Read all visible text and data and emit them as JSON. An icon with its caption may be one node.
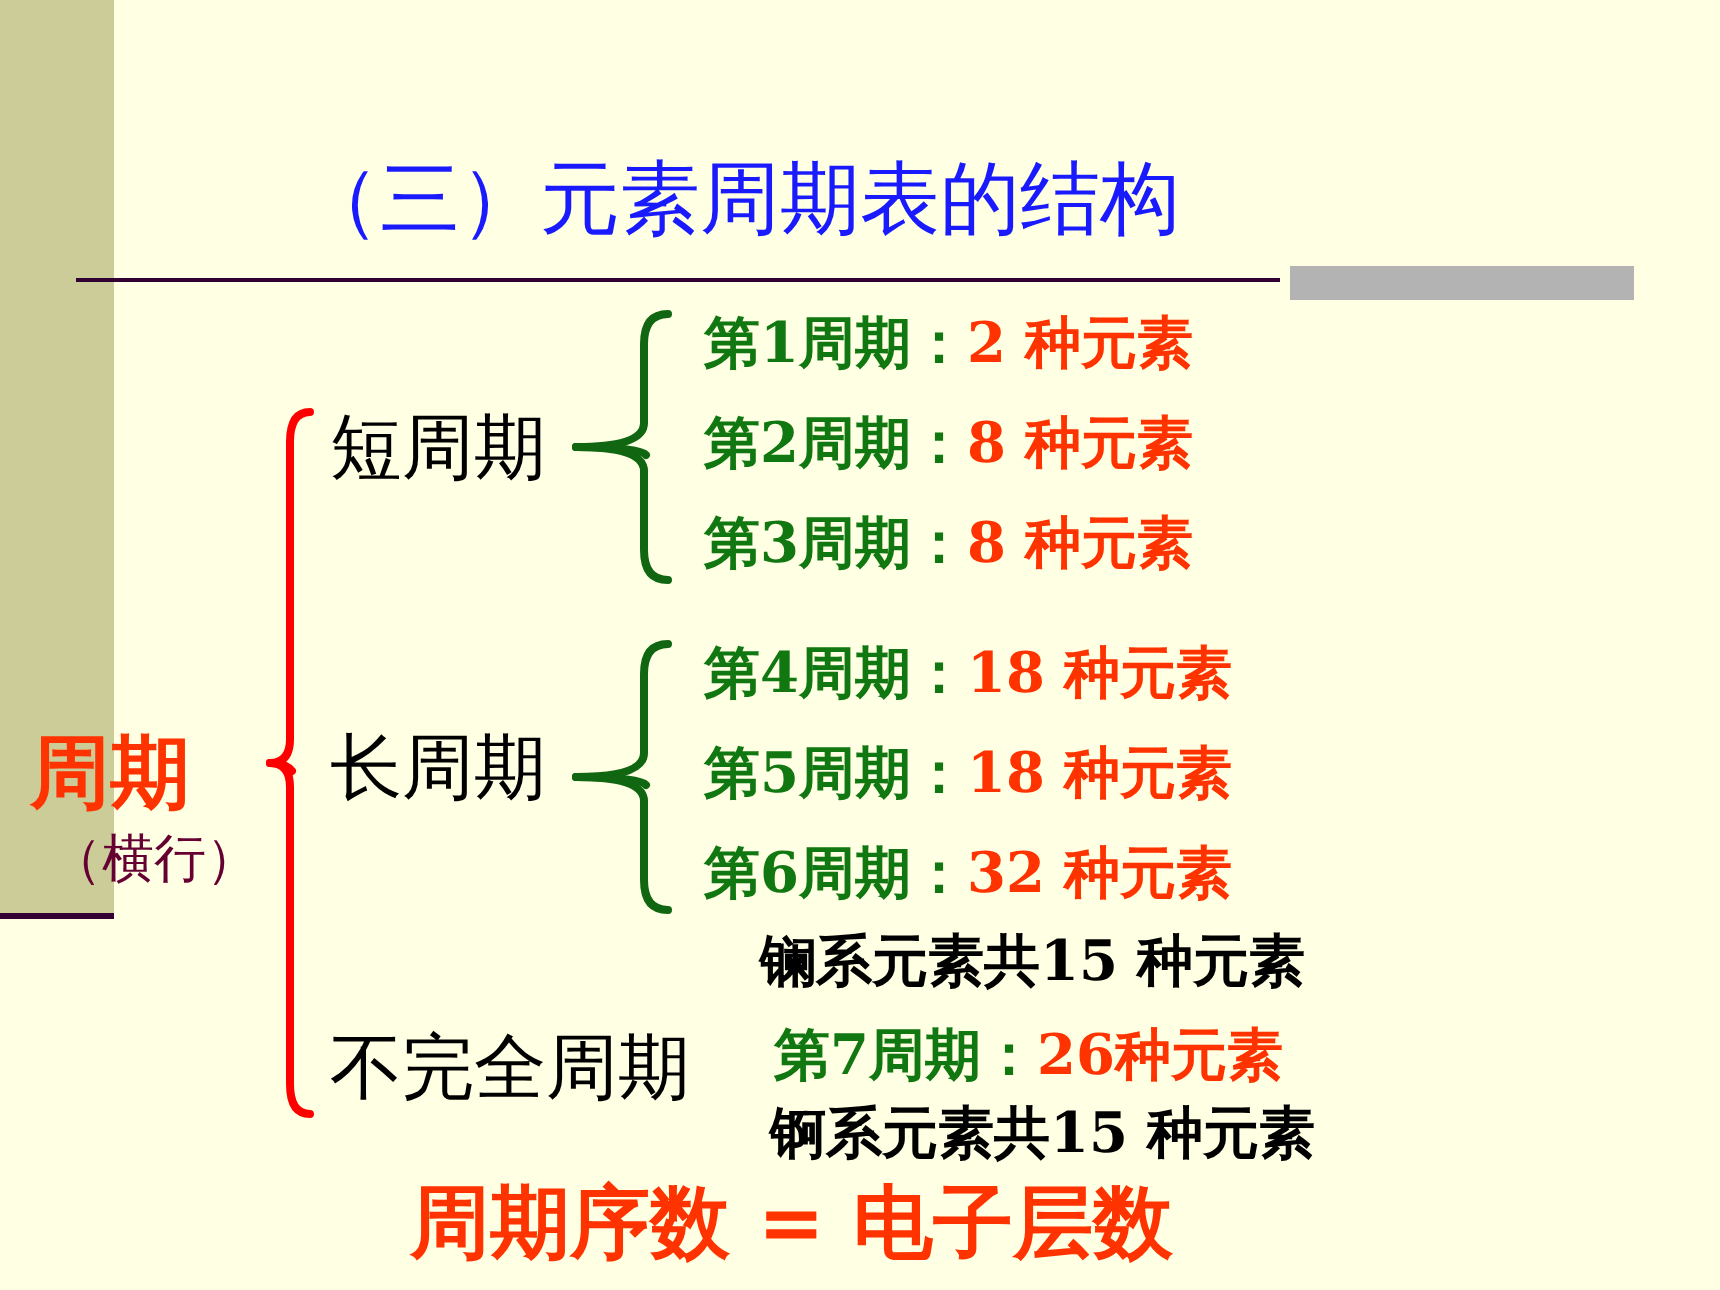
{
  "diagram": {
    "title": "（三）元素周期表的结构",
    "nodes": [
      {
        "text": [
          "周期",
          "（横行）"
        ]
      },
      {
        "text": [
          "短周期"
        ]
      },
      {
        "text": [
          "长周期"
        ]
      },
      {
        "text": [
          "不完全周期"
        ]
      },
      {
        "text": [
          "第1周期：",
          "2 种元素"
        ]
      },
      {
        "text": [
          "第2周期：",
          "8 种元素"
        ]
      },
      {
        "text": [
          "第3周期：",
          "8 种元素"
        ]
      },
      {
        "text": [
          "第4周期：",
          "18 种元素"
        ]
      },
      {
        "text": [
          "第5周期：",
          "18 种元素"
        ]
      },
      {
        "text": [
          "第6周期：",
          "32 种元素"
        ],
        "beside": [
          "镧系元素共15 种元素"
        ]
      },
      {
        "text": [
          "第7周期：",
          "26种元素"
        ],
        "beside": [
          "锕系元素共15 种元素"
        ]
      }
    ],
    "edges": [
      {
        "from": 0,
        "to": 1,
        "arrow": "none",
        "color": "#ff0000"
      },
      {
        "from": 0,
        "to": 2,
        "arrow": "none",
        "color": "#ff0000"
      },
      {
        "from": 0,
        "to": 3,
        "arrow": "none",
        "color": "#ff0000"
      },
      {
        "from": 1,
        "to": 4,
        "arrow": "none"
      },
      {
        "from": 1,
        "to": 5,
        "arrow": "none"
      },
      {
        "from": 1,
        "to": 6,
        "arrow": "none"
      },
      {
        "from": 2,
        "to": 7,
        "arrow": "none"
      },
      {
        "from": 2,
        "to": 8,
        "arrow": "none"
      },
      {
        "from": 2,
        "to": 9,
        "arrow": "none"
      }
    ],
    "labels": [
      "周期序数 = 电子层数"
    ]
  }
}
